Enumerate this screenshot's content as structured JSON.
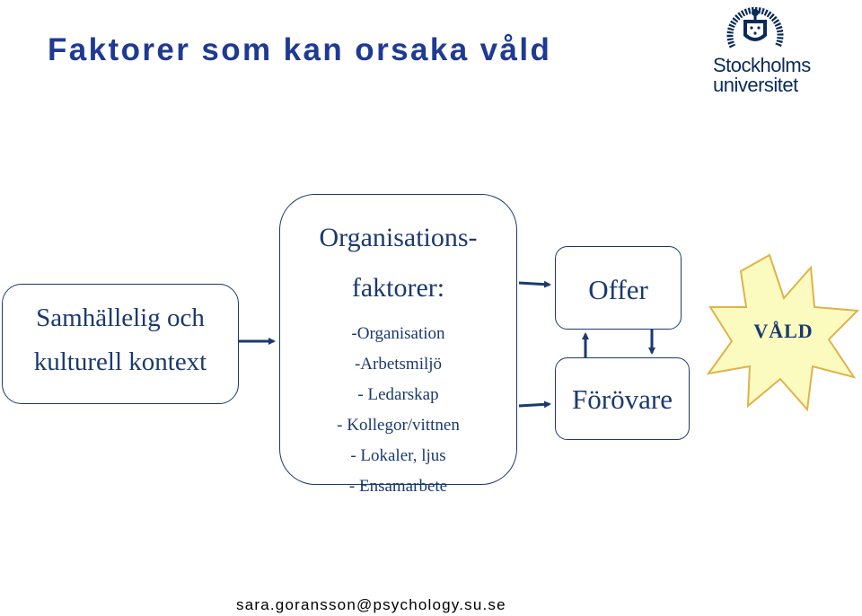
{
  "title": "Faktorer som kan orsaka våld",
  "logo": {
    "line1": "Stockholms",
    "line2": "universitet",
    "seal_icon": "su-seal-icon"
  },
  "context_box": {
    "line1": "Samhällelig och",
    "line2": "kulturell kontext"
  },
  "org_box": {
    "head1": "Organisations-",
    "head2": "faktorer:",
    "items": [
      "-Organisation",
      "-Arbetsmiljö",
      "- Ledarskap",
      "- Kollegor/vittnen",
      "- Lokaler, ljus",
      "- Ensamarbete"
    ]
  },
  "offer_box": {
    "label": "Offer"
  },
  "perpetrator_box": {
    "label": "Förövare"
  },
  "violence_star": {
    "label": "VÅLD",
    "fill": "#fbfbc0",
    "stroke": "#e0b24a"
  },
  "colors": {
    "title": "#1f3a93",
    "box_border": "#1a3a6e",
    "text": "#1a3a6e"
  },
  "footer": "sara.goransson@psychology.su.se"
}
